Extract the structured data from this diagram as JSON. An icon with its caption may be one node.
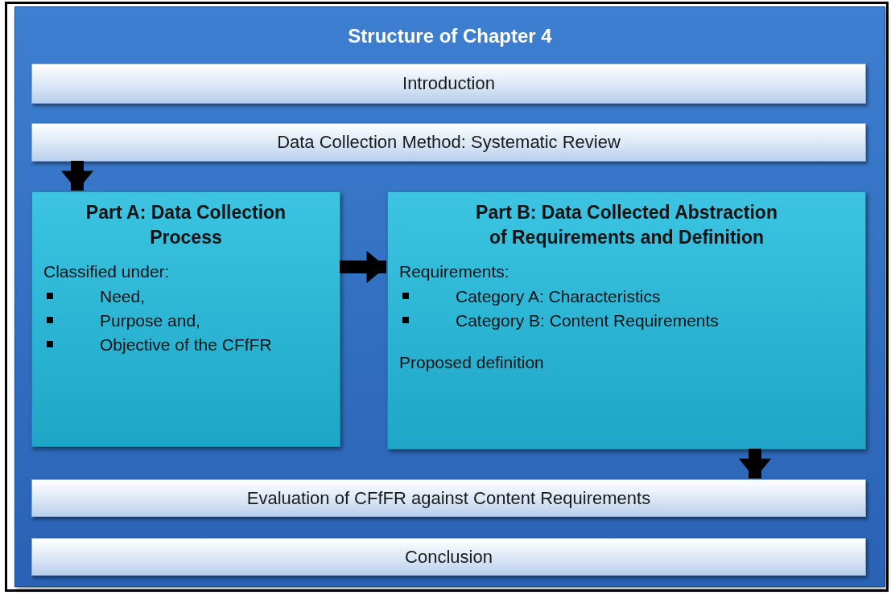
{
  "diagram": {
    "nodes": [
      {
        "text": [
          "Structure of Chapter 4"
        ]
      },
      {
        "text": [
          "Introduction"
        ],
        "in": 0
      },
      {
        "text": [
          "Data Collection Method: Systematic Review"
        ],
        "in": 0
      },
      {
        "text": [
          "Part A: Data Collection Process",
          "Classified under:",
          "Need,",
          "Purpose and,",
          "Objective of the CFfFR"
        ],
        "in": 0
      },
      {
        "text": [
          "Part B: Data Collected Abstraction of Requirements and Definition",
          "Requirements:",
          "Category A: Characteristics",
          "Category B: Content Requirements",
          "Proposed definition"
        ],
        "in": 0
      },
      {
        "text": [
          "Evaluation of CFfFR against Content Requirements"
        ],
        "in": 0
      },
      {
        "text": [
          "Conclusion"
        ],
        "in": 0
      }
    ],
    "edges": [
      {
        "from": 2,
        "to": 3,
        "arrow": "to"
      },
      {
        "from": 3,
        "to": 4,
        "arrow": "to"
      },
      {
        "from": 4,
        "to": 5,
        "arrow": "to"
      }
    ]
  }
}
